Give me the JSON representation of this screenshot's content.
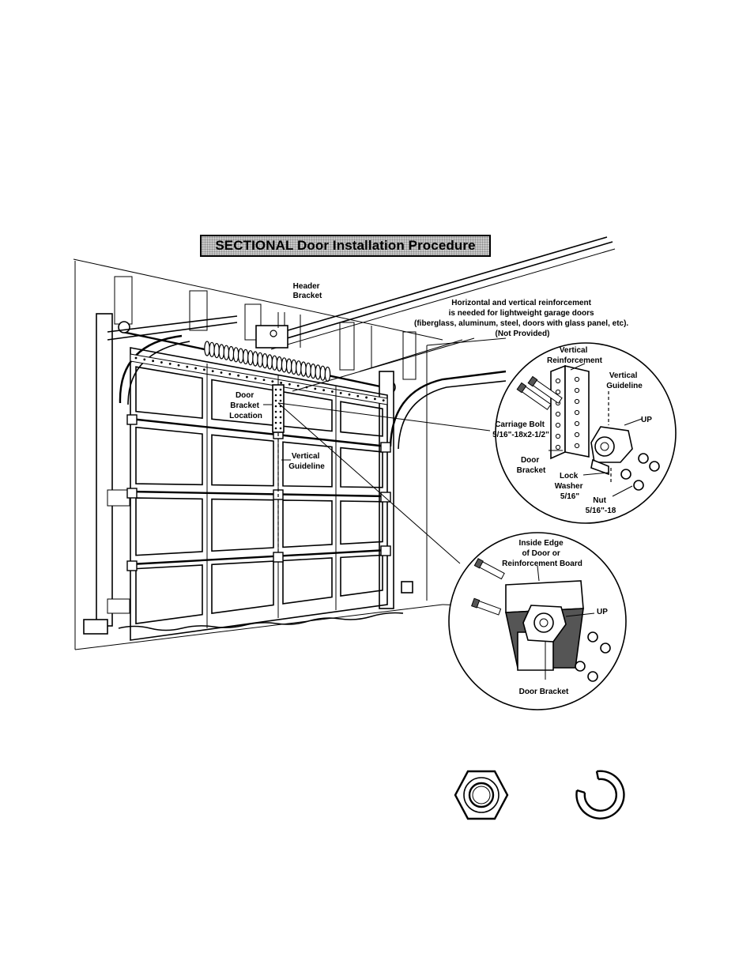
{
  "title": "SECTIONAL Door Installation Procedure",
  "labels": {
    "header_bracket": [
      "Header",
      "Bracket"
    ],
    "reinforcement_note": [
      "Horizontal and vertical reinforcement",
      "is needed for lightweight garage doors",
      "(fiberglass, aluminum, steel, doors with glass panel, etc).",
      "(Not Provided)"
    ],
    "door_bracket_location": [
      "Door",
      "Bracket",
      "Location"
    ],
    "vertical_guideline_main": [
      "Vertical",
      "Guideline"
    ],
    "detail_upper": {
      "vertical_reinforcement": [
        "Vertical",
        "Reinforcement"
      ],
      "vertical_guideline": [
        "Vertical",
        "Guideline"
      ],
      "up": "UP",
      "carriage_bolt": [
        "Carriage Bolt",
        "5/16\"-18x2-1/2\""
      ],
      "door_bracket": [
        "Door",
        "Bracket"
      ],
      "lock_washer": [
        "Lock",
        "Washer",
        "5/16\""
      ],
      "nut": [
        "Nut",
        "5/16\"-18"
      ]
    },
    "detail_lower": {
      "inside_edge": [
        "Inside Edge",
        "of Door or",
        "Reinforcement Board"
      ],
      "up": "UP",
      "door_bracket": "Door Bracket"
    }
  },
  "icons": [
    "hex-nut-icon",
    "lock-washer-icon"
  ],
  "colors": {
    "ink": "#000000",
    "paper": "#ffffff",
    "title_bg": "#c9c9c9"
  }
}
